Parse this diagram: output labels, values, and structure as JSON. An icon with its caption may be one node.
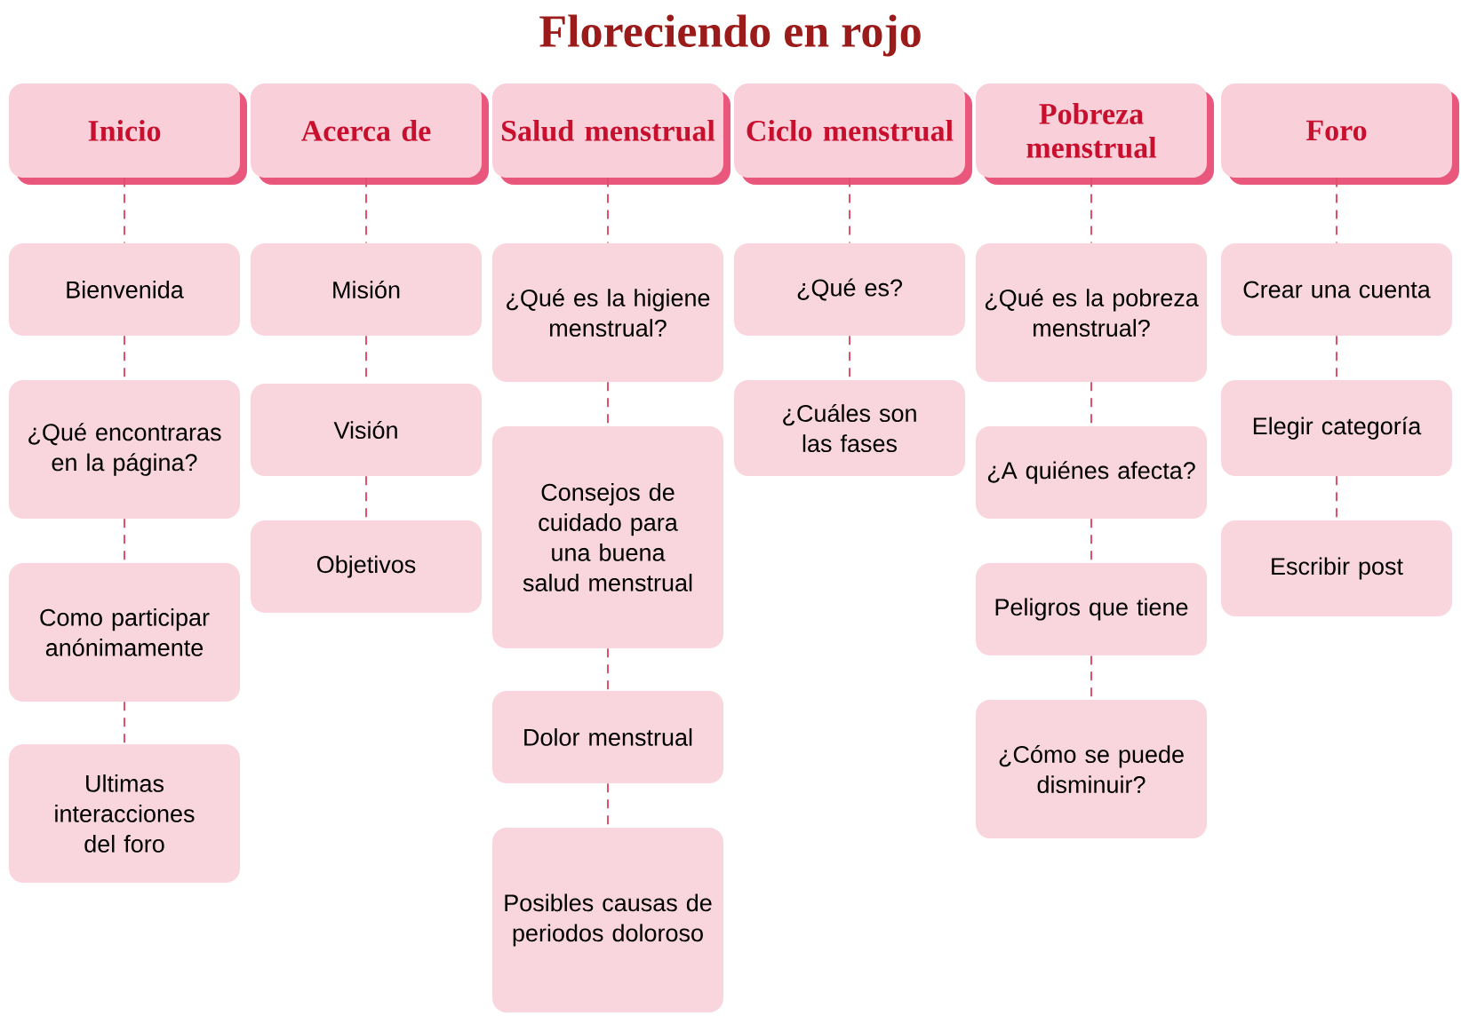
{
  "diagram": {
    "title": "Floreciendo en rojo",
    "nodes": [
      {
        "text": [
          "Inicio"
        ]
      },
      {
        "text": [
          "Acerca de"
        ]
      },
      {
        "text": [
          "Salud menstrual"
        ]
      },
      {
        "text": [
          "Ciclo menstrual"
        ]
      },
      {
        "text": [
          "Pobreza menstrual"
        ]
      },
      {
        "text": [
          "Foro"
        ]
      },
      {
        "text": [
          "Bienvenida"
        ]
      },
      {
        "text": [
          "¿Qué encontraras en la página?"
        ]
      },
      {
        "text": [
          "Como participar anónimamente"
        ]
      },
      {
        "text": [
          "Ultimas interacciones del foro"
        ]
      },
      {
        "text": [
          "Misión"
        ]
      },
      {
        "text": [
          "Visión"
        ]
      },
      {
        "text": [
          "Objetivos"
        ]
      },
      {
        "text": [
          "¿Qué es la higiene menstrual?"
        ]
      },
      {
        "text": [
          "Consejos de cuidado para una buena salud menstrual"
        ]
      },
      {
        "text": [
          "Dolor menstrual"
        ]
      },
      {
        "text": [
          "Posibles causas de periodos doloroso"
        ]
      },
      {
        "text": [
          "¿Qué es?"
        ]
      },
      {
        "text": [
          "¿Cuáles son las fases"
        ]
      },
      {
        "text": [
          "¿Qué es la pobreza menstrual?"
        ]
      },
      {
        "text": [
          "¿A quiénes afecta?"
        ]
      },
      {
        "text": [
          "Peligros que tiene"
        ]
      },
      {
        "text": [
          "¿Cómo se puede disminuir?"
        ]
      },
      {
        "text": [
          "Crear una cuenta"
        ]
      },
      {
        "text": [
          "Elegir categoría"
        ]
      },
      {
        "text": [
          "Escribir post"
        ]
      }
    ],
    "edges": [
      {
        "from": 0,
        "to": 6,
        "arrow": "none",
        "style": "dashed"
      },
      {
        "from": 6,
        "to": 7,
        "arrow": "none",
        "style": "dashed"
      },
      {
        "from": 7,
        "to": 8,
        "arrow": "none",
        "style": "dashed"
      },
      {
        "from": 8,
        "to": 9,
        "arrow": "none",
        "style": "dashed"
      },
      {
        "from": 1,
        "to": 10,
        "arrow": "none",
        "style": "dashed"
      },
      {
        "from": 10,
        "to": 11,
        "arrow": "none",
        "style": "dashed"
      },
      {
        "from": 11,
        "to": 12,
        "arrow": "none",
        "style": "dashed"
      },
      {
        "from": 2,
        "to": 13,
        "arrow": "none",
        "style": "dashed"
      },
      {
        "from": 13,
        "to": 14,
        "arrow": "none",
        "style": "dashed"
      },
      {
        "from": 14,
        "to": 15,
        "arrow": "none",
        "style": "dashed"
      },
      {
        "from": 15,
        "to": 16,
        "arrow": "none",
        "style": "dashed"
      },
      {
        "from": 3,
        "to": 17,
        "arrow": "none",
        "style": "dashed"
      },
      {
        "from": 17,
        "to": 18,
        "arrow": "none",
        "style": "dashed"
      },
      {
        "from": 4,
        "to": 19,
        "arrow": "none",
        "style": "dashed"
      },
      {
        "from": 19,
        "to": 20,
        "arrow": "none",
        "style": "dashed"
      },
      {
        "from": 20,
        "to": 21,
        "arrow": "none",
        "style": "dashed"
      },
      {
        "from": 21,
        "to": 22,
        "arrow": "none",
        "style": "dashed"
      },
      {
        "from": 5,
        "to": 23,
        "arrow": "none",
        "style": "dashed"
      },
      {
        "from": 23,
        "to": 24,
        "arrow": "none",
        "style": "dashed"
      },
      {
        "from": 24,
        "to": 25,
        "arrow": "none",
        "style": "dashed"
      }
    ]
  }
}
